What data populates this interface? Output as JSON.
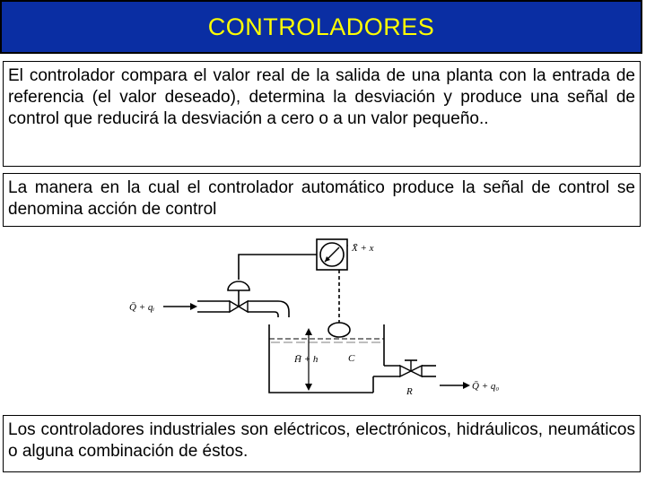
{
  "title": "CONTROLADORES",
  "paragraphs": {
    "definition": "El controlador compara el valor real de la salida de una planta con la entrada de referencia (el valor deseado), determina la desviación y produce una señal de control que reducirá la desviación a cero o a un valor pequeño..",
    "control_action": "La manera en la cual el controlador automático produce la señal de control se denomina acción de control",
    "types": "Los controladores industriales son eléctricos, electrónicos, hidráulicos, neumáticos o alguna combinación de éstos."
  },
  "diagram": {
    "inflow_label": "Q̄ + qᵢ",
    "setpoint_label": "X̄ + x",
    "level_label": "H̄ + h",
    "capacitance_label": "C",
    "resistance_label": "R",
    "outflow_label": "Q̄ + q₀"
  },
  "colors": {
    "title_background": "#0a2ea3",
    "title_text": "#ffff00"
  }
}
